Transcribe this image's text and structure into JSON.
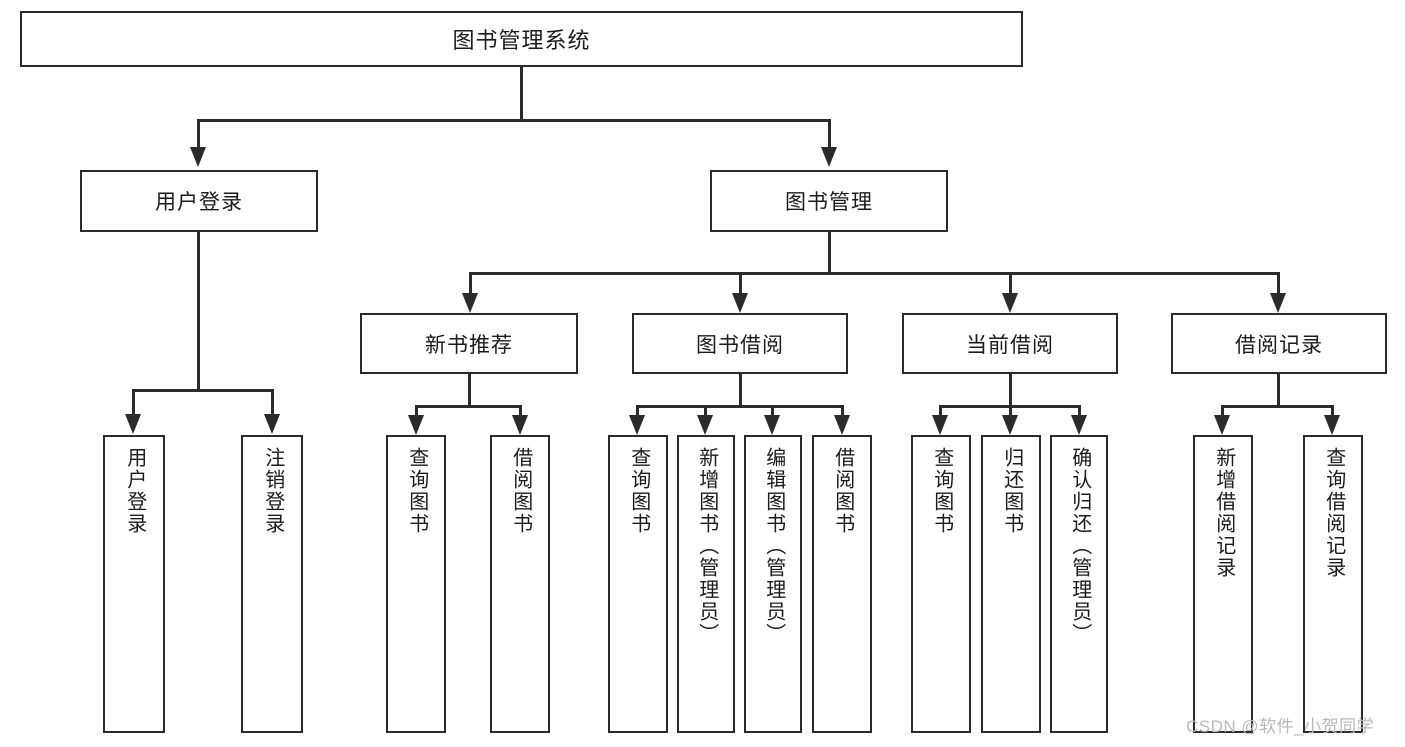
{
  "diagram": {
    "type": "hierarchy-tree",
    "title_node": {
      "label": "图书管理系统"
    },
    "level2": [
      {
        "id": "user-login",
        "label": "用户登录"
      },
      {
        "id": "book-management",
        "label": "图书管理"
      }
    ],
    "level3": [
      {
        "id": "new-book-recommend",
        "label": "新书推荐"
      },
      {
        "id": "book-borrow",
        "label": "图书借阅"
      },
      {
        "id": "current-borrow",
        "label": "当前借阅"
      },
      {
        "id": "borrow-record",
        "label": "借阅记录"
      }
    ],
    "leaves": [
      {
        "id": "leaf-user-login",
        "label": "用户登录",
        "parent": "user-login"
      },
      {
        "id": "leaf-logout",
        "label": "注销登录",
        "parent": "user-login"
      },
      {
        "id": "leaf-query-book-1",
        "label": "查询图书",
        "parent": "new-book-recommend"
      },
      {
        "id": "leaf-borrow-book-1",
        "label": "借阅图书",
        "parent": "new-book-recommend"
      },
      {
        "id": "leaf-query-book-2",
        "label": "查询图书",
        "parent": "book-borrow"
      },
      {
        "id": "leaf-add-book",
        "label": "新增图书（管理员）",
        "parent": "book-borrow"
      },
      {
        "id": "leaf-edit-book",
        "label": "编辑图书（管理员）",
        "parent": "book-borrow"
      },
      {
        "id": "leaf-borrow-book-2",
        "label": "借阅图书",
        "parent": "book-borrow"
      },
      {
        "id": "leaf-query-book-3",
        "label": "查询图书",
        "parent": "current-borrow"
      },
      {
        "id": "leaf-return-book",
        "label": "归还图书",
        "parent": "current-borrow"
      },
      {
        "id": "leaf-confirm-return",
        "label": "确认归还（管理员）",
        "parent": "current-borrow"
      },
      {
        "id": "leaf-add-record",
        "label": "新增借阅记录",
        "parent": "borrow-record"
      },
      {
        "id": "leaf-query-record",
        "label": "查询借阅记录",
        "parent": "borrow-record"
      }
    ],
    "colors": {
      "stroke": "#2b2b2b",
      "background": "#ffffff",
      "text": "#1b1b1b",
      "watermark": "#b9b9b9"
    }
  },
  "watermark": {
    "text": "CSDN @软件_小贺同学"
  }
}
